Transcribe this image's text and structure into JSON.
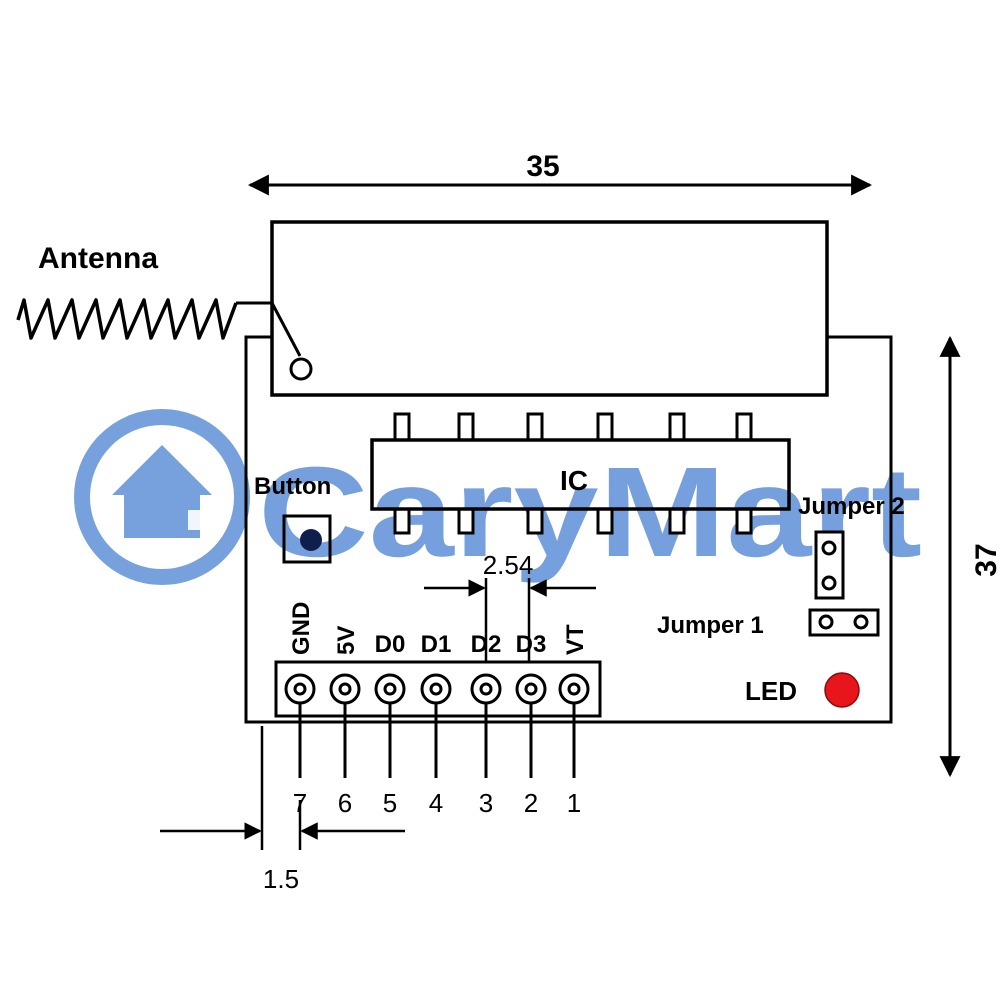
{
  "dimensions": {
    "width": "35",
    "height": "37",
    "pin_pitch": "2.54",
    "edge_offset": "1.5"
  },
  "labels": {
    "antenna": "Antenna",
    "ic": "IC",
    "button": "Button",
    "jumper1": "Jumper 1",
    "jumper2": "Jumper 2",
    "led": "LED"
  },
  "pins": [
    {
      "name": "GND",
      "number": "7"
    },
    {
      "name": "5V",
      "number": "6"
    },
    {
      "name": "D0",
      "number": "5"
    },
    {
      "name": "D1",
      "number": "4"
    },
    {
      "name": "D2",
      "number": "3"
    },
    {
      "name": "D3",
      "number": "2"
    },
    {
      "name": "VT",
      "number": "1"
    }
  ],
  "watermark": {
    "text": "CaryMart"
  },
  "colors": {
    "line": "#000000",
    "watermark": "#4f86d4",
    "led": "#e8151b",
    "button_cap": "#0d1f4a"
  }
}
